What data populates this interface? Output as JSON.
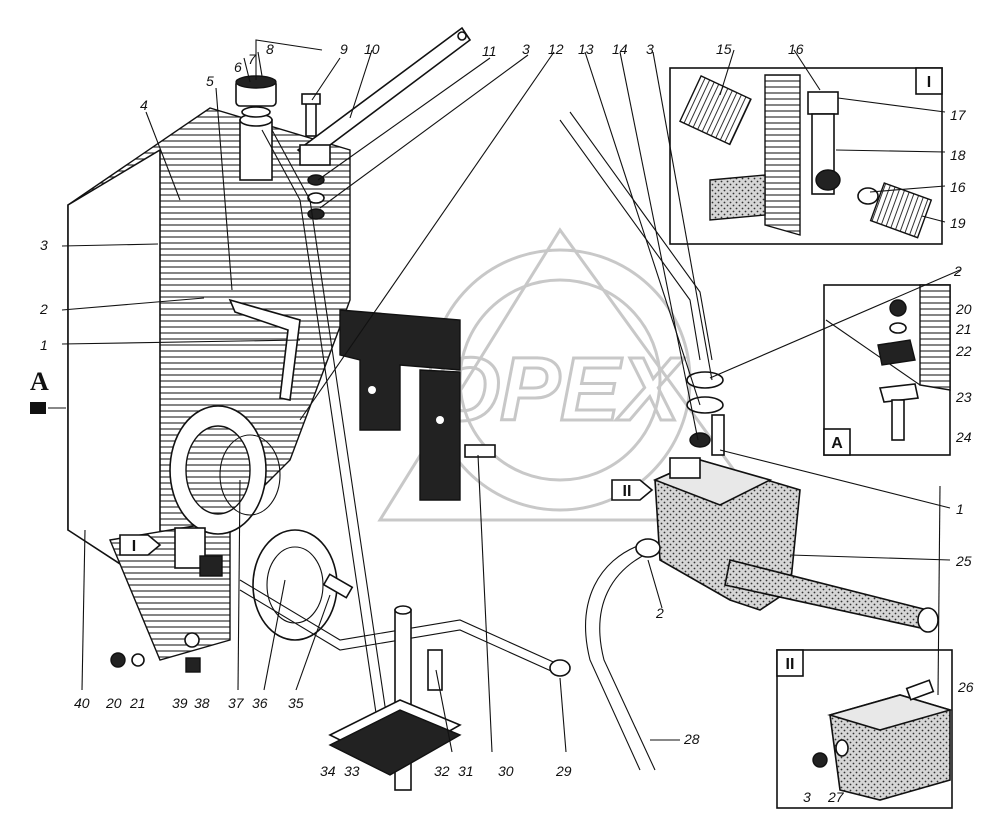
{
  "watermark": {
    "text": "ОРЕХ"
  },
  "view_label": "А",
  "insets": {
    "I": {
      "label": "I"
    },
    "A": {
      "label": "А"
    },
    "II": {
      "label": "II"
    }
  },
  "section_tags": {
    "I": "I",
    "II": "II"
  },
  "callouts": {
    "c1a": "1",
    "c1b": "1",
    "c2a": "2",
    "c2b": "2",
    "c2c": "2",
    "c3a": "3",
    "c3b": "3",
    "c3c": "3",
    "c3d": "3",
    "c4": "4",
    "c5": "5",
    "c6": "6",
    "c7": "7",
    "c8": "8",
    "c9": "9",
    "c10": "10",
    "c11": "11",
    "c12": "12",
    "c13": "13",
    "c14": "14",
    "c15": "15",
    "c16a": "16",
    "c16b": "16",
    "c17": "17",
    "c18": "18",
    "c19": "19",
    "c20a": "20",
    "c20b": "20",
    "c21a": "21",
    "c21b": "21",
    "c22": "22",
    "c23": "23",
    "c24": "24",
    "c25": "25",
    "c26": "26",
    "c27": "27",
    "c28": "28",
    "c29": "29",
    "c30": "30",
    "c31": "31",
    "c32": "32",
    "c33": "33",
    "c34": "34",
    "c35": "35",
    "c36": "36",
    "c37": "37",
    "c38": "38",
    "c39": "39",
    "c40": "40"
  }
}
